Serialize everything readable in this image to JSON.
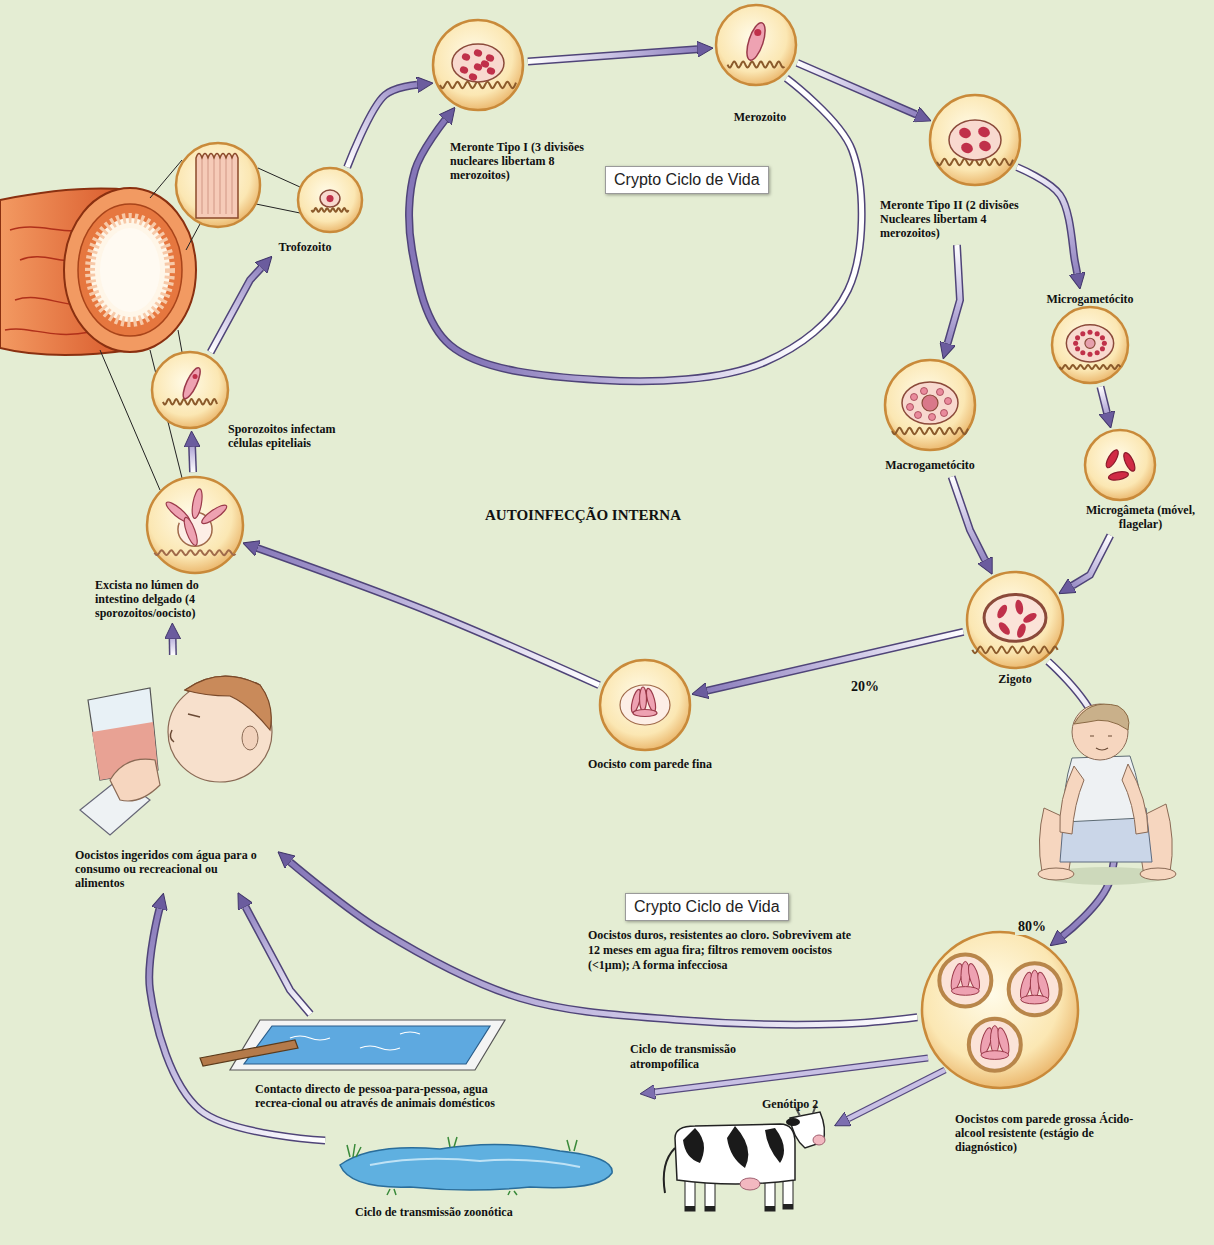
{
  "diagram": {
    "nodes": [
      {
        "text": [
          "Meronte Tipo I (3 divisões nucleares libertam 8 merozoitos)"
        ]
      },
      {
        "text": [
          "Merozoito"
        ]
      },
      {
        "text": [
          "Meronte Tipo II (2 divisões Nucleares libertam 4 merozoitos)"
        ]
      },
      {
        "text": [
          "Microgametócito"
        ]
      },
      {
        "text": [
          "Microgâmeta (móvel, flagelar)"
        ]
      },
      {
        "text": [
          "Macrogametócito"
        ]
      },
      {
        "text": [
          "Zigoto"
        ]
      },
      {
        "text": [
          "Oocisto com parede fina"
        ]
      },
      {
        "text": [
          "Oocistos com parede grossa Ácido-alcool resistente (estágio de diagnóstico)"
        ]
      },
      {
        "text": [
          "Oocistos ingeridos com água para o consumo ou recreacional ou alimentos"
        ]
      },
      {
        "text": [
          "Excista no lúmen do intestino delgado (4 sporozoitos/oocisto)"
        ]
      },
      {
        "text": [
          "Sporozoitos infectam células epiteliais"
        ]
      },
      {
        "text": [
          "Trofozoito"
        ]
      },
      {
        "text": [
          "Contacto directo de pessoa-para-pessoa, agua recrea-cional ou através de animais domésticos"
        ]
      },
      {
        "text": [
          "Ciclo de transmissão zoonótica"
        ]
      }
    ],
    "edges": [
      {
        "from": 0,
        "to": 1,
        "arrow": "to"
      },
      {
        "from": 1,
        "to": 2,
        "arrow": "to"
      },
      {
        "from": 1,
        "to": 0,
        "arrow": "to"
      },
      {
        "from": 2,
        "to": 3,
        "arrow": "to"
      },
      {
        "from": 2,
        "to": 5,
        "arrow": "to"
      },
      {
        "from": 3,
        "to": 4,
        "arrow": "to"
      },
      {
        "from": 5,
        "to": 6,
        "arrow": "to"
      },
      {
        "from": 4,
        "to": 6,
        "arrow": "to"
      },
      {
        "from": 6,
        "to": 7,
        "arrow": "to",
        "label": "20%"
      },
      {
        "from": 6,
        "to": 8,
        "arrow": "to",
        "label": "80%"
      },
      {
        "from": 7,
        "to": 10,
        "arrow": "to"
      },
      {
        "from": 8,
        "to": 9,
        "arrow": "to"
      },
      {
        "from": 13,
        "to": 9,
        "arrow": "to"
      },
      {
        "from": 14,
        "to": 9,
        "arrow": "to"
      },
      {
        "from": 9,
        "to": 10,
        "arrow": "to"
      },
      {
        "from": 10,
        "to": 11,
        "arrow": "to"
      },
      {
        "from": 11,
        "to": 12,
        "arrow": "to"
      },
      {
        "from": 12,
        "to": 0,
        "arrow": "to"
      }
    ],
    "labels": [
      "Crypto Ciclo de Vida",
      "AUTOINFECÇÃO INTERNA",
      "Crypto Ciclo de Vida",
      "Oocistos duros, resistentes ao cloro. Sobrevivem ate 12 meses em agua fira; filtros removem oocistos (<1µm); A forma infecciosa",
      "Ciclo de transmissão atrompofílica",
      "Genótipo 2"
    ]
  }
}
